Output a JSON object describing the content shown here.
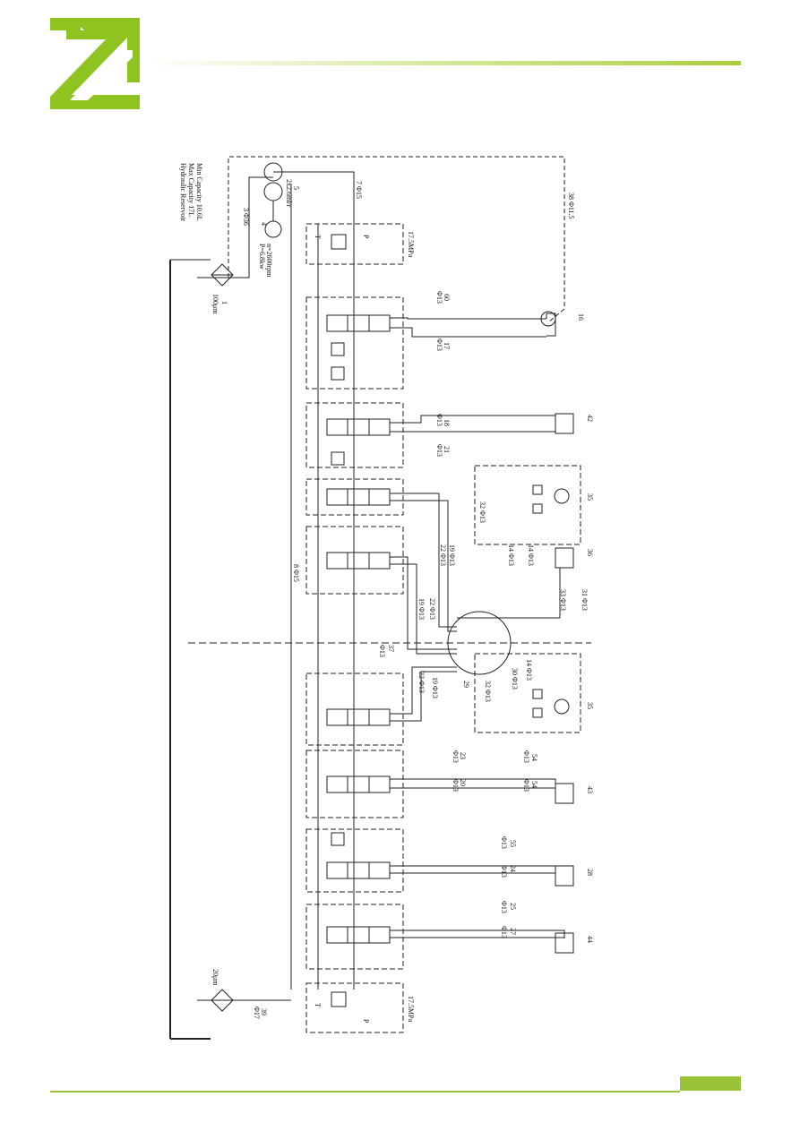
{
  "brand": {
    "logo_icon": "zl-brand-logo-icon",
    "accent": "#9bc33a",
    "logo_color": "#8fc31f"
  },
  "schematic": {
    "reservoir": {
      "title": "Hydraulic Reservoir",
      "max_capacity": "Max Capacity 17L",
      "min_capacity": "Min Capacity 10.6L"
    },
    "pump": {
      "id": "5",
      "displacement": "2x2.6ml/r"
    },
    "motor": {
      "id": "4",
      "power": "P=6.8kw",
      "speed": "n=2600rpm",
      "icon": "motor-icon"
    },
    "suction_filter": {
      "id": "1",
      "rating": "100μm",
      "icon": "filter-icon"
    },
    "return_filter": {
      "rating": "20μm",
      "line_id": "39",
      "line_dia": "Φ17",
      "icon": "filter-icon"
    },
    "relief_top": {
      "pressure": "17.5MPa",
      "port_t": "T",
      "port_p": "P"
    },
    "relief_bottom": {
      "pressure": "17.5MPa",
      "port_t": "T",
      "port_p": "P"
    },
    "lines": {
      "suction": "3 Φ36",
      "pressure_main": "7 Φ15",
      "drain_dashed": "38 Φ11.5",
      "tank_return": "8 Φ15",
      "l60": "60",
      "l60_d": "Φ13",
      "l17": "17",
      "l17_d": "Φ13",
      "l18": "18",
      "l18_d": "Φ13",
      "l21": "21",
      "l21_d": "Φ13",
      "l32": "32 Φ13",
      "l19": "19 Φ13",
      "l22": "22 Φ13",
      "l14a": "14 Φ13",
      "l14b": "14 Φ13",
      "l33": "33 Φ13",
      "l31": "31 Φ13",
      "l22b": "22 Φ13",
      "l19b": "19 Φ13",
      "l37": "37",
      "l37_d": "Φ13",
      "l22c": "22 Φ13",
      "l19c": "19 Φ13",
      "l29": "29",
      "l32b": "32 Φ13",
      "l30": "30 Φ13",
      "l14c": "14 Φ13",
      "l23": "23",
      "l23_d": "Φ13",
      "l20": "20",
      "l20_d": "Φ13",
      "l54a": "54",
      "l54a_d": "Φ13",
      "l54b": "54",
      "l54b_d": "Φ13",
      "l55": "55",
      "l55_d": "Φ13",
      "l24": "24",
      "l24_d": "Φ13",
      "l25": "25",
      "l25_d": "Φ13",
      "l27": "27",
      "l27_d": "Φ13"
    },
    "actuators": {
      "a16": "16",
      "a42": "42",
      "a35a": "35",
      "a36": "36",
      "a35b": "35",
      "a43": "43",
      "a28": "28",
      "a44": "44"
    }
  }
}
